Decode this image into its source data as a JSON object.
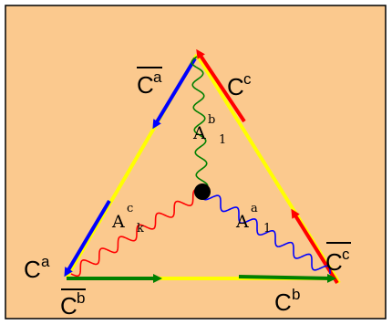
{
  "colors": {
    "background": "#FBC98E",
    "border": "#000000",
    "red": "#FF0000",
    "blue": "#0000FF",
    "green": "#008000",
    "yellow": "#FFFF00",
    "vertex_dot": "#000000"
  },
  "labels": {
    "c_a_bar": {
      "base": "C",
      "sup": "a"
    },
    "c_c": {
      "base": "C",
      "sup": "c"
    },
    "c_a": {
      "base": "C",
      "sup": "a"
    },
    "c_b_bar": {
      "base": "C",
      "sup": "b"
    },
    "c_b": {
      "base": "C",
      "sup": "b"
    },
    "c_c_bar": {
      "base": "C",
      "sup": "c"
    },
    "a_b1": {
      "base": "A",
      "sup": "b",
      "sub": "1"
    },
    "a_ck": {
      "base": "A",
      "sup": "c",
      "sub": "k"
    },
    "a_a1": {
      "base": "A",
      "sup": "a",
      "sub": "1"
    }
  }
}
